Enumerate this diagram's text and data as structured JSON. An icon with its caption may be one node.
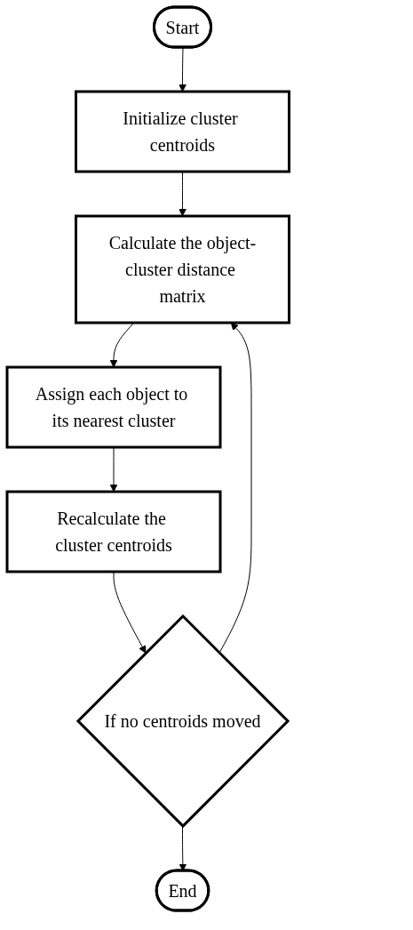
{
  "diagram": {
    "nodes": [
      {
        "text": [
          "Start"
        ]
      },
      {
        "text": [
          "Initialize cluster centroids"
        ]
      },
      {
        "text": [
          "Calculate the object-cluster distance matrix"
        ]
      },
      {
        "text": [
          "Assign each object to its nearest cluster"
        ]
      },
      {
        "text": [
          "Recalculate the cluster centroids"
        ]
      },
      {
        "text": [
          "If no centroids moved"
        ]
      },
      {
        "text": [
          "End"
        ]
      }
    ],
    "edges": [
      {
        "from": 0,
        "to": 1,
        "arrow": "to"
      },
      {
        "from": 1,
        "to": 2,
        "arrow": "to"
      },
      {
        "from": 2,
        "to": 3,
        "arrow": "to"
      },
      {
        "from": 3,
        "to": 4,
        "arrow": "to"
      },
      {
        "from": 4,
        "to": 5,
        "arrow": "to"
      },
      {
        "from": 5,
        "to": 6,
        "arrow": "to"
      },
      {
        "from": 5,
        "to": 2,
        "arrow": "to"
      }
    ]
  }
}
